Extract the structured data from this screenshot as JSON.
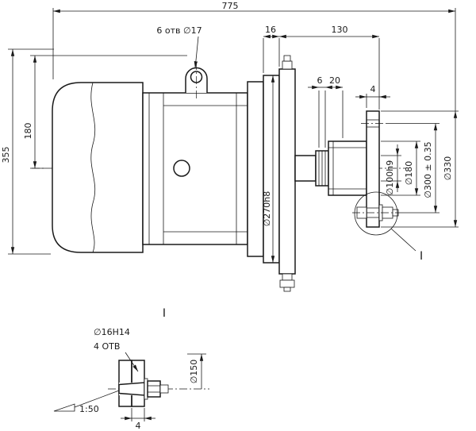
{
  "colors": {
    "ink": "#1a1a1a",
    "paper": "#ffffff"
  },
  "main_view": {
    "dim_overall": "775",
    "note_holes": "6 отв ∅17",
    "dim_16": "16",
    "dim_130": "130",
    "dim_6": "6",
    "dim_20": "20",
    "dim_4": "4",
    "dim_355": "355",
    "dim_180": "180",
    "dia_270": "∅270h8",
    "dia_100": "∅100h9",
    "dia_180": "∅180",
    "dia_300": "∅300 ± 0.35",
    "dia_330": "∅330",
    "detail_ref": "I"
  },
  "detail_view": {
    "title": "I",
    "hole_dia": "∅16H14",
    "hole_count": "4  ОТВ",
    "dia_150": "∅150",
    "taper": "1:50",
    "dim_4": "4"
  }
}
